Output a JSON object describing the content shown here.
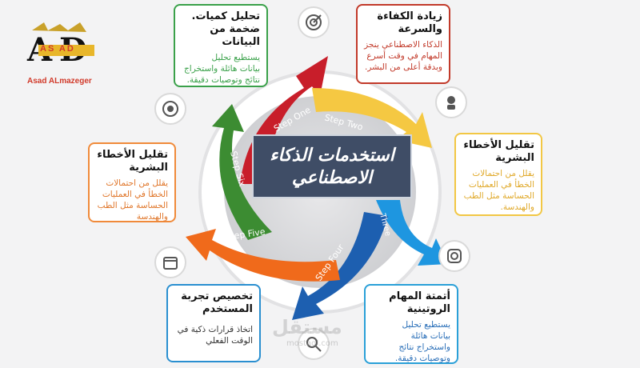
{
  "logo": {
    "letters": "AS AD",
    "caption": "Asad ALmazeger"
  },
  "center_title": {
    "line1": "استخدمات الذكاء",
    "line2": "الاصطناعي"
  },
  "steps": [
    {
      "label": "Step One",
      "color": "#c81e2a"
    },
    {
      "label": "Step Two",
      "color": "#f5c842"
    },
    {
      "label": "Three",
      "color": "#1e96e0"
    },
    {
      "label": "Step Four",
      "color": "#1d5fb0"
    },
    {
      "label": "Step Five",
      "color": "#f06a1b"
    },
    {
      "label": "Step Six",
      "color": "#3c8c32"
    }
  ],
  "cards": {
    "top_left": {
      "title1": "تحليل كميات.",
      "title2": "ضخمة من البيانات",
      "text1": "يستطيع تحليل",
      "text2": "بيانات هائلة واستخراج",
      "text3": "نتائج وتوصيات دقيقة.",
      "border": "#3aa14a",
      "text_color": "#3aa14a"
    },
    "top_right": {
      "title1": "زيادة الكفاءة",
      "title2": "والسرعة",
      "text1": "الذكاء الاصطناعي ينجز",
      "text2": "المهام في وقت أسرع",
      "text3": "وبدقة أعلى من البشر.",
      "border": "#c23a2a",
      "text_color": "#c23a2a"
    },
    "right": {
      "title1": "تقليل الأخطاء",
      "title2": "البشرية",
      "text1": "يقلل من احتمالات",
      "text2": "الخطأ في العمليات",
      "text3": "الحساسة مثل الطب",
      "text4": "والهندسة.",
      "border": "#f2c744",
      "text_color": "#e0a92a"
    },
    "left": {
      "title1": "تقليل الأخطاء",
      "title2": "البشرية",
      "text1": "يقلل من احتمالات",
      "text2": "الخطأ في العمليات",
      "text3": "الحساسة مثل الطب",
      "text4": "والهندسة",
      "border": "#f08a3a",
      "text_color": "#e0762a"
    },
    "bottom_left": {
      "title1": "تخصيص تجربة",
      "title2": "المستخدم",
      "text1": "اتخاذ قرارات ذكية في",
      "text2": "الوقت الفعلي",
      "border": "#2a8fd0",
      "text_color": "#333333"
    },
    "bottom_right": {
      "title1": "أتمتة المهام",
      "title2": "الروتينية",
      "text1": "يستطيع تحليل",
      "text2": "بيانات هائلة",
      "text3": "واستخراج نتائج",
      "text4": "وتوصيات دقيقة.",
      "border": "#2aa0d8",
      "text_color": "#2a6fb8"
    }
  },
  "watermark": {
    "main": "مستقل",
    "sub": "mostaql.com"
  }
}
